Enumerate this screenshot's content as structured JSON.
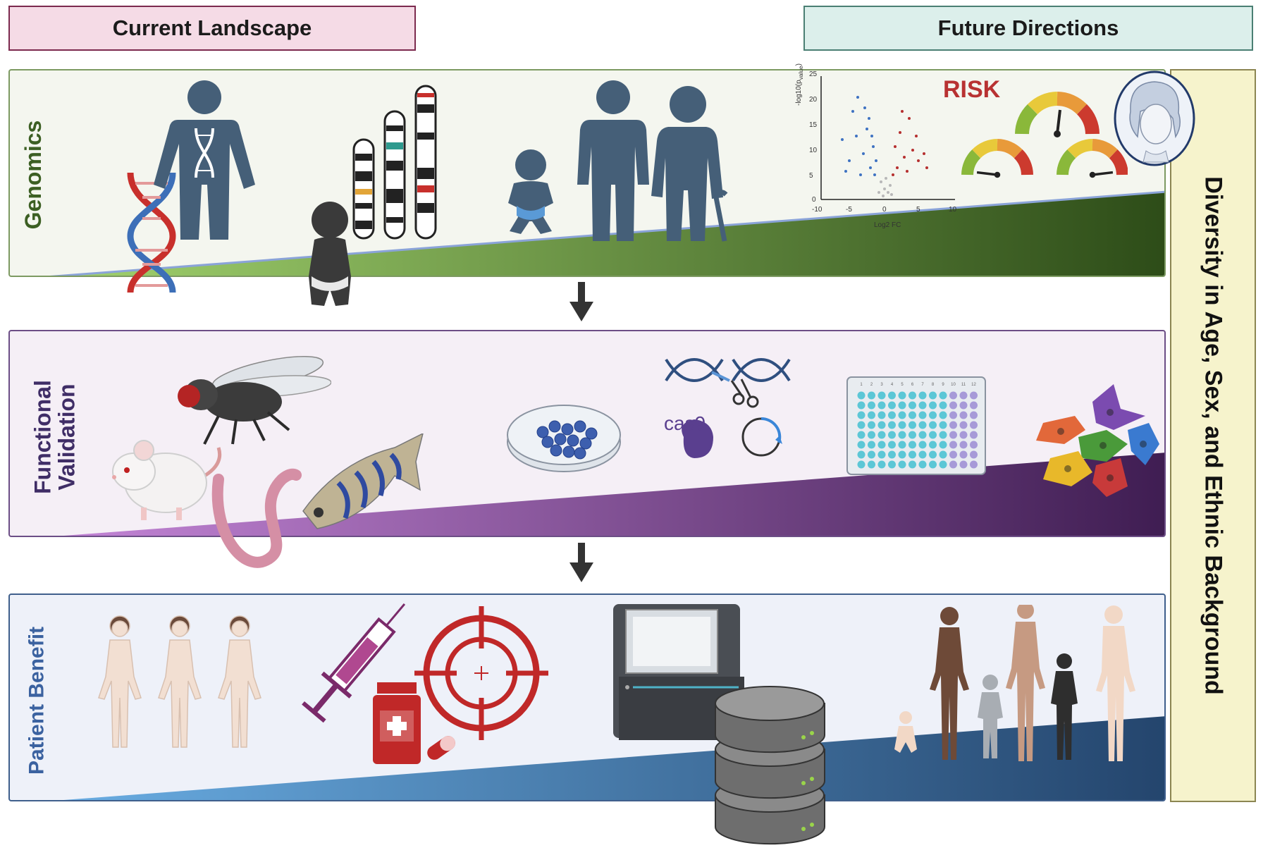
{
  "headers": {
    "current": "Current Landscape",
    "future": "Future Directions"
  },
  "panels": {
    "genomics": {
      "label": "Genomics"
    },
    "functional": {
      "label_line1": "Functional",
      "label_line2": "Validation"
    },
    "patient": {
      "label": "Patient Benefit"
    }
  },
  "side_label": "Diversity in Age,  Sex, and Ethnic Background",
  "volcano": {
    "ylabel": "-log10(p",
    "ylabel_sub": "value",
    "ylabel_end": ")",
    "xlabel": "Log2 FC",
    "yticks": [
      "25",
      "20",
      "15",
      "10",
      "5",
      "0"
    ],
    "xticks": [
      "-10",
      "-5",
      "0",
      "5",
      "10"
    ]
  },
  "risk_label": "RISK",
  "cas9_label": "cas9",
  "plate": {
    "columns": [
      "1",
      "2",
      "3",
      "4",
      "5",
      "6",
      "7",
      "8",
      "9",
      "10",
      "11",
      "12"
    ]
  },
  "icons": [
    "dna-icon",
    "adult-dna-icon",
    "infant-icon",
    "chromosome-icon",
    "baby-icon",
    "adult-icon",
    "elderly-icon",
    "volcano-plot-icon",
    "risk-gauge-icon",
    "face-portrait-icon",
    "fly-icon",
    "mouse-icon",
    "worm-icon",
    "zebrafish-icon",
    "petri-dish-icon",
    "crispr-icon",
    "well-plate-icon",
    "cells-icon",
    "women-group-icon",
    "syringe-icon",
    "pill-bottle-icon",
    "target-icon",
    "sequencer-icon",
    "database-icon",
    "family-icon",
    "down-arrow-icon"
  ],
  "colors": {
    "genomics_wedge": [
      "#a3d46f",
      "#2d4c18"
    ],
    "functional_wedge": [
      "#c586d8",
      "#3f1d52"
    ],
    "patient_wedge": [
      "#6aaee4",
      "#24456d"
    ],
    "figure": "#455f78",
    "risk": "#b83232"
  }
}
